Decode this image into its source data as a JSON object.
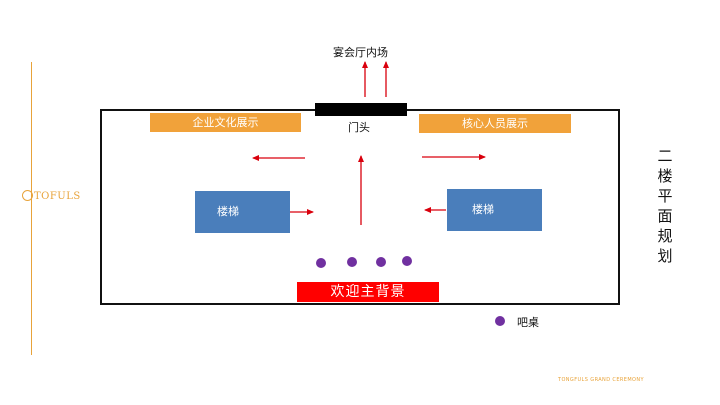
{
  "logo_text": "TOFULS",
  "hall_label": "宴会厅内场",
  "door_label": "门头",
  "banner_left": "企业文化展示",
  "banner_right": "核心人员展示",
  "stair_left": "楼梯",
  "stair_right": "楼梯",
  "welcome_label": "欢迎主背景",
  "legend_label": "吧桌",
  "vertical_title": [
    "二",
    "楼",
    "平",
    "面",
    "规",
    "划"
  ],
  "footer_text": "TONGFULS GRAND CEREMONY",
  "colors": {
    "accent_gold": "#e8a33a",
    "banner_orange": "#f1a23a",
    "stair_blue": "#4a7ebb",
    "welcome_red": "#ff0000",
    "arrow_red": "#d9000d",
    "bar_table_purple": "#7030a0"
  },
  "bar_table_count": 4
}
